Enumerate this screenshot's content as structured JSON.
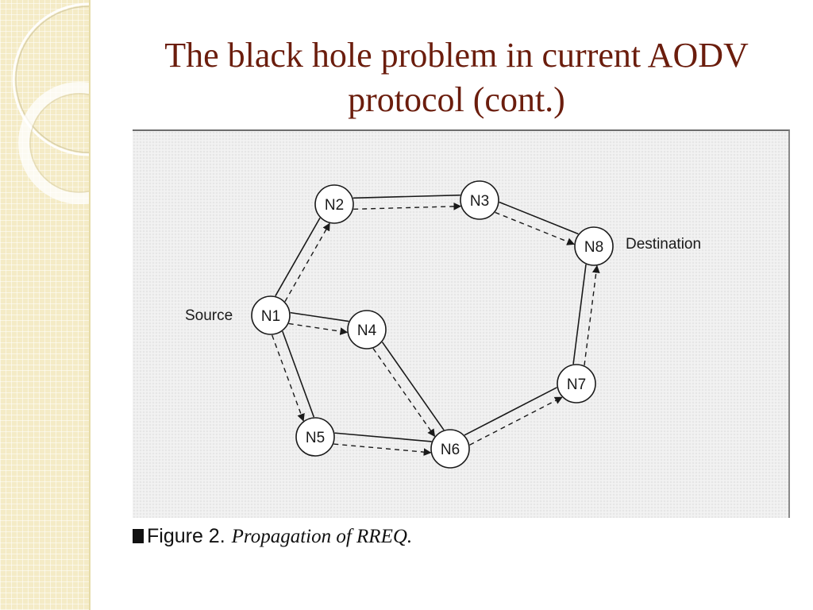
{
  "slide": {
    "title_line1": "The black hole problem in current AODV",
    "title_line2": "protocol (cont.)"
  },
  "diagram": {
    "nodes": [
      {
        "id": "N1",
        "label": "N1"
      },
      {
        "id": "N2",
        "label": "N2"
      },
      {
        "id": "N3",
        "label": "N3"
      },
      {
        "id": "N4",
        "label": "N4"
      },
      {
        "id": "N5",
        "label": "N5"
      },
      {
        "id": "N6",
        "label": "N6"
      },
      {
        "id": "N7",
        "label": "N7"
      },
      {
        "id": "N8",
        "label": "N8"
      }
    ],
    "links": [
      {
        "from": "N1",
        "to": "N2"
      },
      {
        "from": "N2",
        "to": "N3"
      },
      {
        "from": "N3",
        "to": "N8"
      },
      {
        "from": "N1",
        "to": "N4"
      },
      {
        "from": "N1",
        "to": "N5"
      },
      {
        "from": "N4",
        "to": "N6"
      },
      {
        "from": "N5",
        "to": "N6"
      },
      {
        "from": "N6",
        "to": "N7"
      },
      {
        "from": "N7",
        "to": "N8"
      }
    ],
    "source_label": "Source",
    "destination_label": "Destination"
  },
  "caption": {
    "number": "Figure 2.",
    "text": "Propagation of RREQ."
  },
  "colors": {
    "title": "#6b1d0d",
    "strip": "#f4ebc6"
  }
}
